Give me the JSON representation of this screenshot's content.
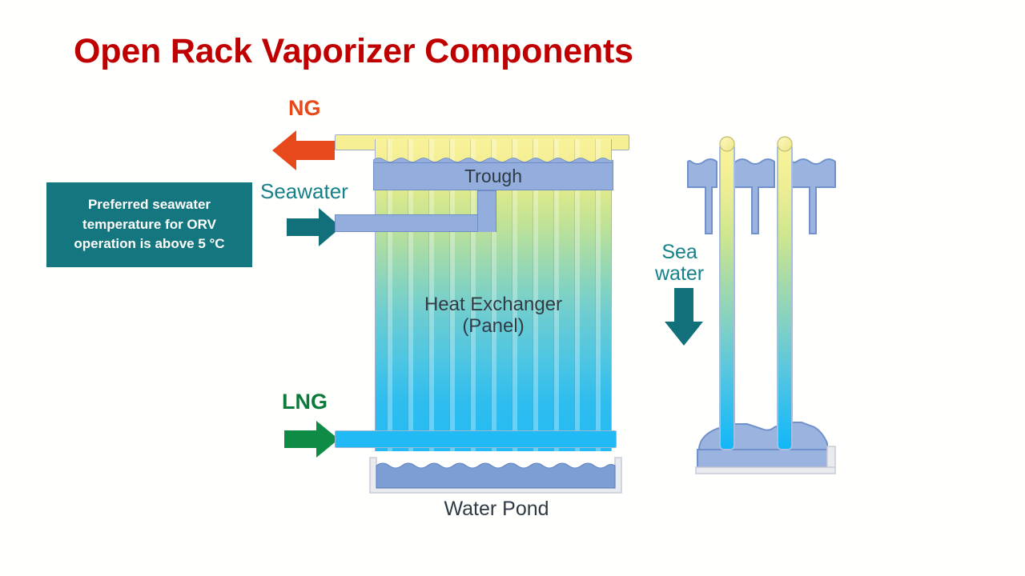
{
  "slide": {
    "title": "Open Rack Vaporizer Components",
    "title_color": "#C00000",
    "background": "#FFFFFF"
  },
  "callout": {
    "text": "Preferred seawater temperature for ORV operation is above 5 °C",
    "background_color": "#14767E",
    "text_color": "#FFFFFF"
  },
  "main_diagram": {
    "labels": {
      "ng": "NG",
      "seawater": "Seawater",
      "lng": "LNG",
      "trough": "Trough",
      "heat_exchanger_line1": "Heat Exchanger",
      "heat_exchanger_line2": "(Panel)",
      "water_pond": "Water Pond"
    },
    "colors": {
      "ng": "#E8491B",
      "seawater": "#17818A",
      "lng": "#0B7A3B",
      "trough_blue": "#93ADDC",
      "panel_top": "#F8F29A",
      "panel_bottom": "#22BAF4",
      "pond_water": "#7D9ED4"
    },
    "arrows": {
      "ng_direction": "left",
      "seawater_direction": "right",
      "lng_direction": "right"
    }
  },
  "detail_diagram": {
    "labels": {
      "sea_water_line1": "Sea",
      "sea_water_line2": "water"
    },
    "arrow_direction": "down",
    "arrow_color": "#12707A",
    "tube_count": 2,
    "trough_block_count": 3
  }
}
